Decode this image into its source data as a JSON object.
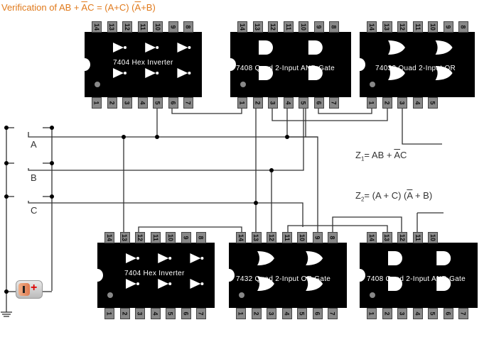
{
  "title": {
    "prefix": "Verification of AB + ",
    "overline_a": "A",
    "mid": "C = (A+C) (",
    "overline_b": "A",
    "suffix": "+B)"
  },
  "chips": [
    {
      "id": "top-7404",
      "label": "7404 Hex Inverter",
      "kind": "inverter",
      "top_pins": [
        "14",
        "13",
        "12",
        "11",
        "10",
        "9",
        "8"
      ],
      "bottom_pins": [
        "1",
        "2",
        "3",
        "4",
        "5",
        "6",
        "7"
      ]
    },
    {
      "id": "top-7408",
      "label": "7408 Quad 2-Input AND Gate",
      "kind": "and",
      "top_pins": [
        "14",
        "13",
        "12",
        "11",
        "10",
        "9",
        "8"
      ],
      "bottom_pins": [
        "1",
        "2",
        "3",
        "4",
        "5",
        "6",
        "7"
      ]
    },
    {
      "id": "top-74032",
      "label": "74032 Quad 2-Input  OR",
      "kind": "or",
      "top_pins": [
        "14",
        "13",
        "12",
        "11",
        "10",
        "9",
        "8"
      ],
      "bottom_pins": [
        "1",
        "2",
        "3",
        "4",
        "5"
      ]
    },
    {
      "id": "bottom-7404",
      "label": "7404 Hex Inverter",
      "kind": "inverter",
      "top_pins": [
        "14",
        "13",
        "12",
        "11",
        "10",
        "9",
        "8"
      ],
      "bottom_pins": [
        "1",
        "2",
        "3",
        "4",
        "5",
        "6",
        "7"
      ]
    },
    {
      "id": "bottom-7432",
      "label": "7432 Quad 2-Input  OR Gate",
      "kind": "or",
      "top_pins": [
        "14",
        "13",
        "12",
        "11",
        "10",
        "9",
        "8"
      ],
      "bottom_pins": [
        "1",
        "2",
        "3",
        "4",
        "5",
        "6",
        "7"
      ]
    },
    {
      "id": "bottom-7408",
      "label": "7408 Quad 2-Input AND Gate",
      "kind": "and",
      "top_pins": [
        "14",
        "13",
        "12",
        "11",
        "10"
      ],
      "bottom_pins": [
        "1",
        "2",
        "3",
        "4",
        "5",
        "6",
        "7"
      ]
    }
  ],
  "inputs": [
    "A",
    "B",
    "C"
  ],
  "equations": {
    "z1": {
      "name": "Z",
      "sub": "1",
      "pre": "= AB + ",
      "bar": "A",
      "post": "C"
    },
    "z2": {
      "name": "Z",
      "sub": "2",
      "pre": "= (A + C) (",
      "bar": "A",
      "post": " + B)"
    }
  },
  "battery": {
    "icon": "battery-icon",
    "symbol": "+"
  },
  "colors": {
    "title": "#e07a1c",
    "chip": "#000000",
    "pin": "#888888",
    "wire": "#333333"
  }
}
